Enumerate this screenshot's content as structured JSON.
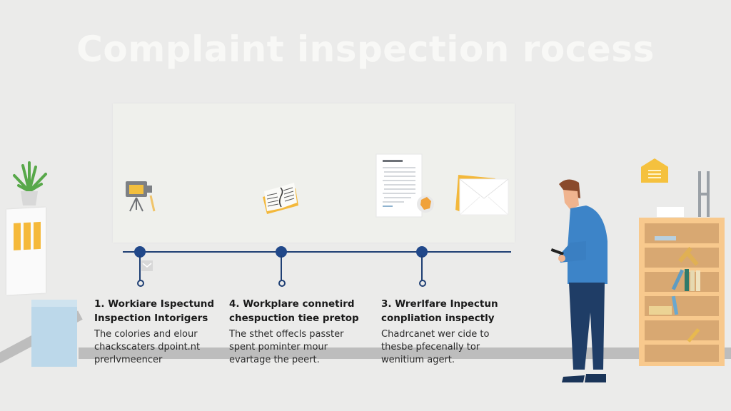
{
  "header": {
    "title": "Complaint inspection rocess"
  },
  "steps": [
    {
      "heading_line1": "1. Workiare Ispectund",
      "heading_line2": "Inspection Intorigers",
      "body": [
        "The colories and elour",
        "chackscaters dpoint.nt",
        "prerlvmeencer"
      ],
      "icon": "camera-tripod-icon"
    },
    {
      "heading_line1": "4. Workplare connetird",
      "heading_line2": "chespuction tiee pretop",
      "body": [
        "The sthet offecls passter",
        "spent pominter mour",
        "evartage the peert."
      ],
      "icon": "open-book-icon"
    },
    {
      "heading_line1": "3. Wrerlfare Inpectun",
      "heading_line2": "conpliation inspectly",
      "body": [
        "Chadrcanet wer cide to",
        "thesbe pfecenally tor",
        "wenitium agert."
      ],
      "icon": "document-icon"
    }
  ],
  "extra_icons": [
    "envelope-icon",
    "small-mail-icon",
    "stamp-icon"
  ],
  "colors": {
    "timeline": "#1f3f74",
    "node": "#21488a",
    "accent_yellow": "#f5c13e",
    "shirt_blue": "#3d84c8",
    "pants_navy": "#1f3d66",
    "shelf": "#f8c98d"
  }
}
